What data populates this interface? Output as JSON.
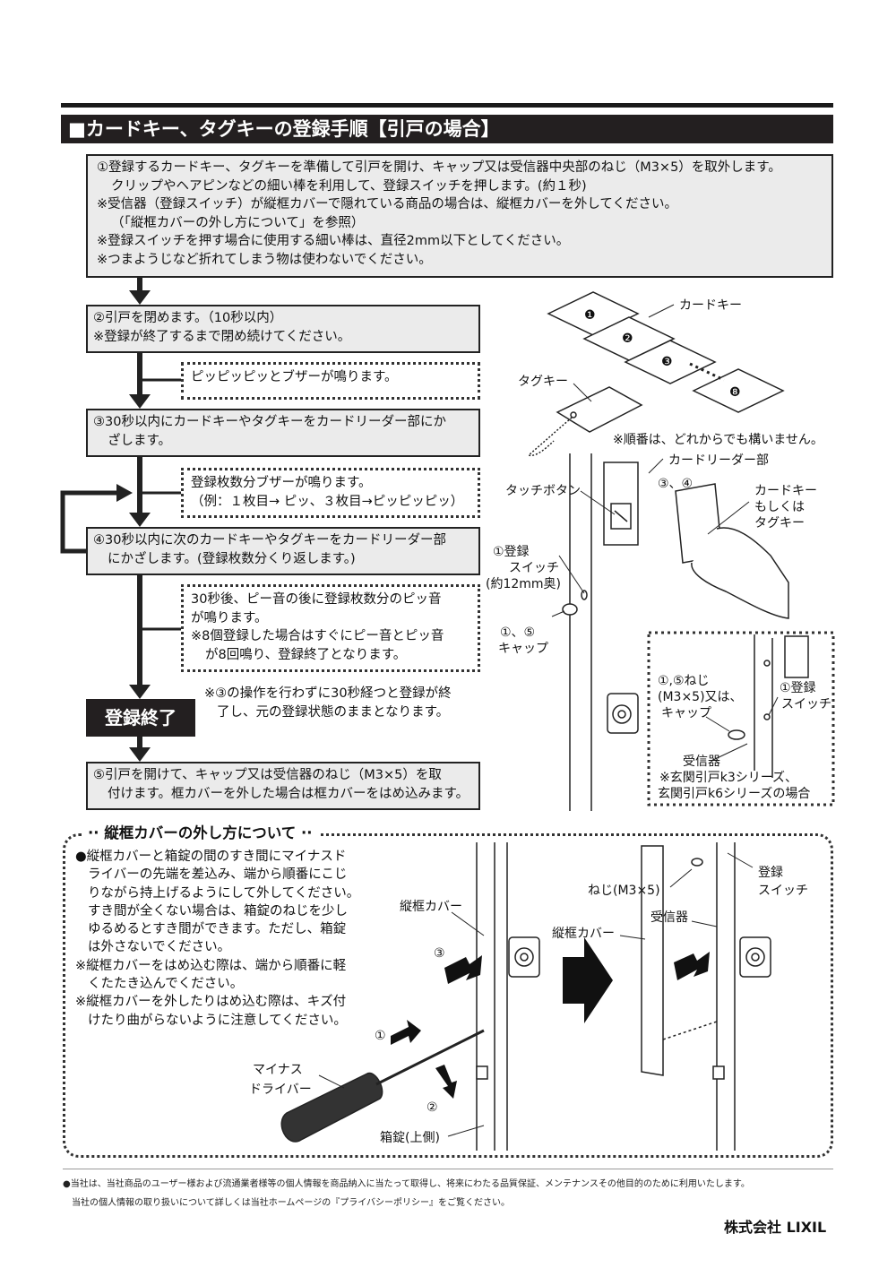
{
  "title": "■カードキー、タグキーの登録手順【引戸の場合】",
  "step1": {
    "lines": [
      "①登録するカードキー、タグキーを準備して引戸を開け、キャップ又は受信器中央部のねじ（M3×5）を取外します。",
      "クリップやヘアピンなどの細い棒を利用して、登録スイッチを押します。(約１秒)",
      "※受信器（登録スイッチ）が縦框カバーで隠れている商品の場合は、縦框カバーを外してください。",
      "（「縦框カバーの外し方について」を参照）",
      "※登録スイッチを押す場合に使用する細い棒は、直径2mm以下としてください。",
      "※つまようじなど折れてしまう物は使わないでください。"
    ]
  },
  "step2": {
    "lines": [
      "②引戸を閉めます。（10秒以内）",
      "※登録が終了するまで閉め続けてください。"
    ]
  },
  "note_buzzer": "ピッピッピッとブザーが鳴ります。",
  "step3": {
    "lines": [
      "③30秒以内にカードキーやタグキーをカードリーダー部にか",
      "ざします。"
    ]
  },
  "note_count": {
    "lines": [
      "登録枚数分ブザーが鳴ります。",
      "（例：１枚目→ ピッ、３枚目→ピッピッピッ）"
    ]
  },
  "step4": {
    "lines": [
      "④30秒以内に次のカードキーやタグキーをカードリーダー部",
      "にかざします。(登録枚数分くり返します。)"
    ]
  },
  "note_end": {
    "lines": [
      "30秒後、ピー音の後に登録枚数分のピッ音",
      "が鳴ります。",
      "※8個登録した場合はすぐにピー音とピッ音",
      "が8回鳴り、登録終了となります。"
    ]
  },
  "end_label": "登録終了",
  "note_timeout": {
    "lines": [
      "※③の操作を行わずに30秒経つと登録が終",
      "了し、元の登録状態のままとなります。"
    ]
  },
  "step5": {
    "lines": [
      "⑤引戸を開けて、キャップ又は受信器のねじ（M3×5）を取",
      "付けます。框カバーを外した場合は框カバーをはめ込みます。"
    ]
  },
  "illus1": {
    "card_key": "カードキー",
    "card_nums": [
      "❶",
      "❷",
      "❸",
      "❽"
    ],
    "tag_key": "タグキー",
    "order_note": "※順番は、どれからでも構いません。"
  },
  "illus2": {
    "reader": "カードリーダー部",
    "touch_button": "タッチボタン",
    "step_ref": "③、④",
    "card_or_tag": [
      "カードキー",
      "もしくは",
      "タグキー"
    ],
    "switch_label": [
      "①登録",
      "スイッチ",
      "(約12mm奥)"
    ],
    "cap_label": [
      "①、⑤",
      "キャップ"
    ]
  },
  "illus3": {
    "screw_label": [
      "①,⑤ねじ",
      "(M3×5)又は、",
      "キャップ"
    ],
    "switch_label": [
      "①登録",
      "スイッチ"
    ],
    "receiver": "受信器",
    "note": [
      "※玄関引戸k3シリーズ、",
      "玄関引戸k6シリーズの場合"
    ]
  },
  "section": {
    "title": "縦框カバーの外し方について",
    "lines": [
      "●縦框カバーと箱錠の間のすき間にマイナスド",
      "ライバーの先端を差込み、端から順番にこじ",
      "りながら持上げるようにして外してください。",
      "すき間が全くない場合は、箱錠のねじを少し",
      "ゆるめるとすき間ができます。ただし、箱錠",
      "は外さないでください。",
      "※縦框カバーをはめ込む際は、端から順番に軽",
      "くたたき込んでください。",
      "※縦框カバーを外したりはめ込む際は、キズ付",
      "けたり曲がらないように注意してください。"
    ],
    "labels": {
      "frame_cover": "縦框カバー",
      "screwdriver": [
        "マイナス",
        "ドライバー"
      ],
      "box_lock": "箱錠(上側)",
      "num1": "①",
      "num2": "②",
      "num3": "③",
      "screw": "ねじ(M3×5)",
      "switch": [
        "登録",
        "スイッチ"
      ],
      "receiver": "受信器",
      "frame_cover2": "縦框カバー"
    }
  },
  "footer": {
    "line1": "●当社は、当社商品のユーザー様および流通業者様等の個人情報を商品納入に当たって取得し、将来にわたる品質保証、メンテナンスその他目的のために利用いたします。",
    "line2": "当社の個人情報の取り扱いについて詳しくは当社ホームページの『プライバシーポリシー』をご覧ください。",
    "company": "株式会社 LIXIL"
  }
}
